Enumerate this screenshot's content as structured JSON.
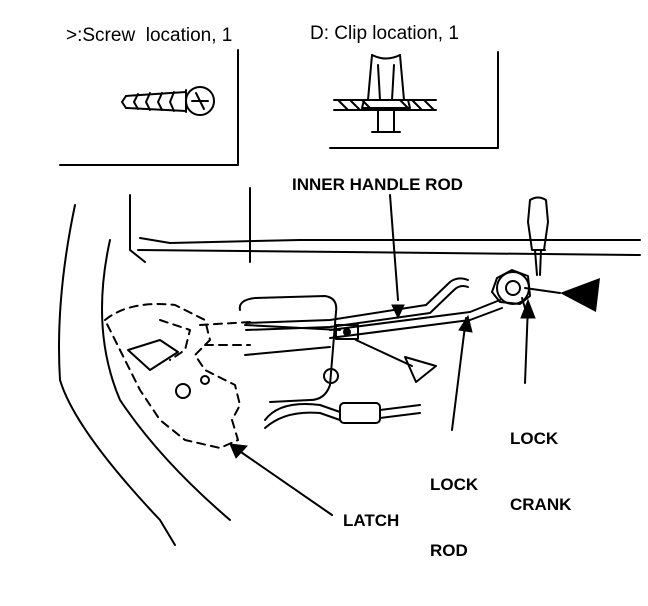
{
  "legend": {
    "screw": ">:Screw  location, 1",
    "clip": "D: Clip location, 1"
  },
  "callouts": {
    "inner_handle_rod": "INNER HANDLE ROD",
    "lock_crank_1": "LOCK",
    "lock_crank_2": "CRANK",
    "lock_rod_1": "LOCK",
    "lock_rod_2": "ROD",
    "latch": "LATCH"
  },
  "colors": {
    "ink": "#000000",
    "paper": "#ffffff"
  }
}
